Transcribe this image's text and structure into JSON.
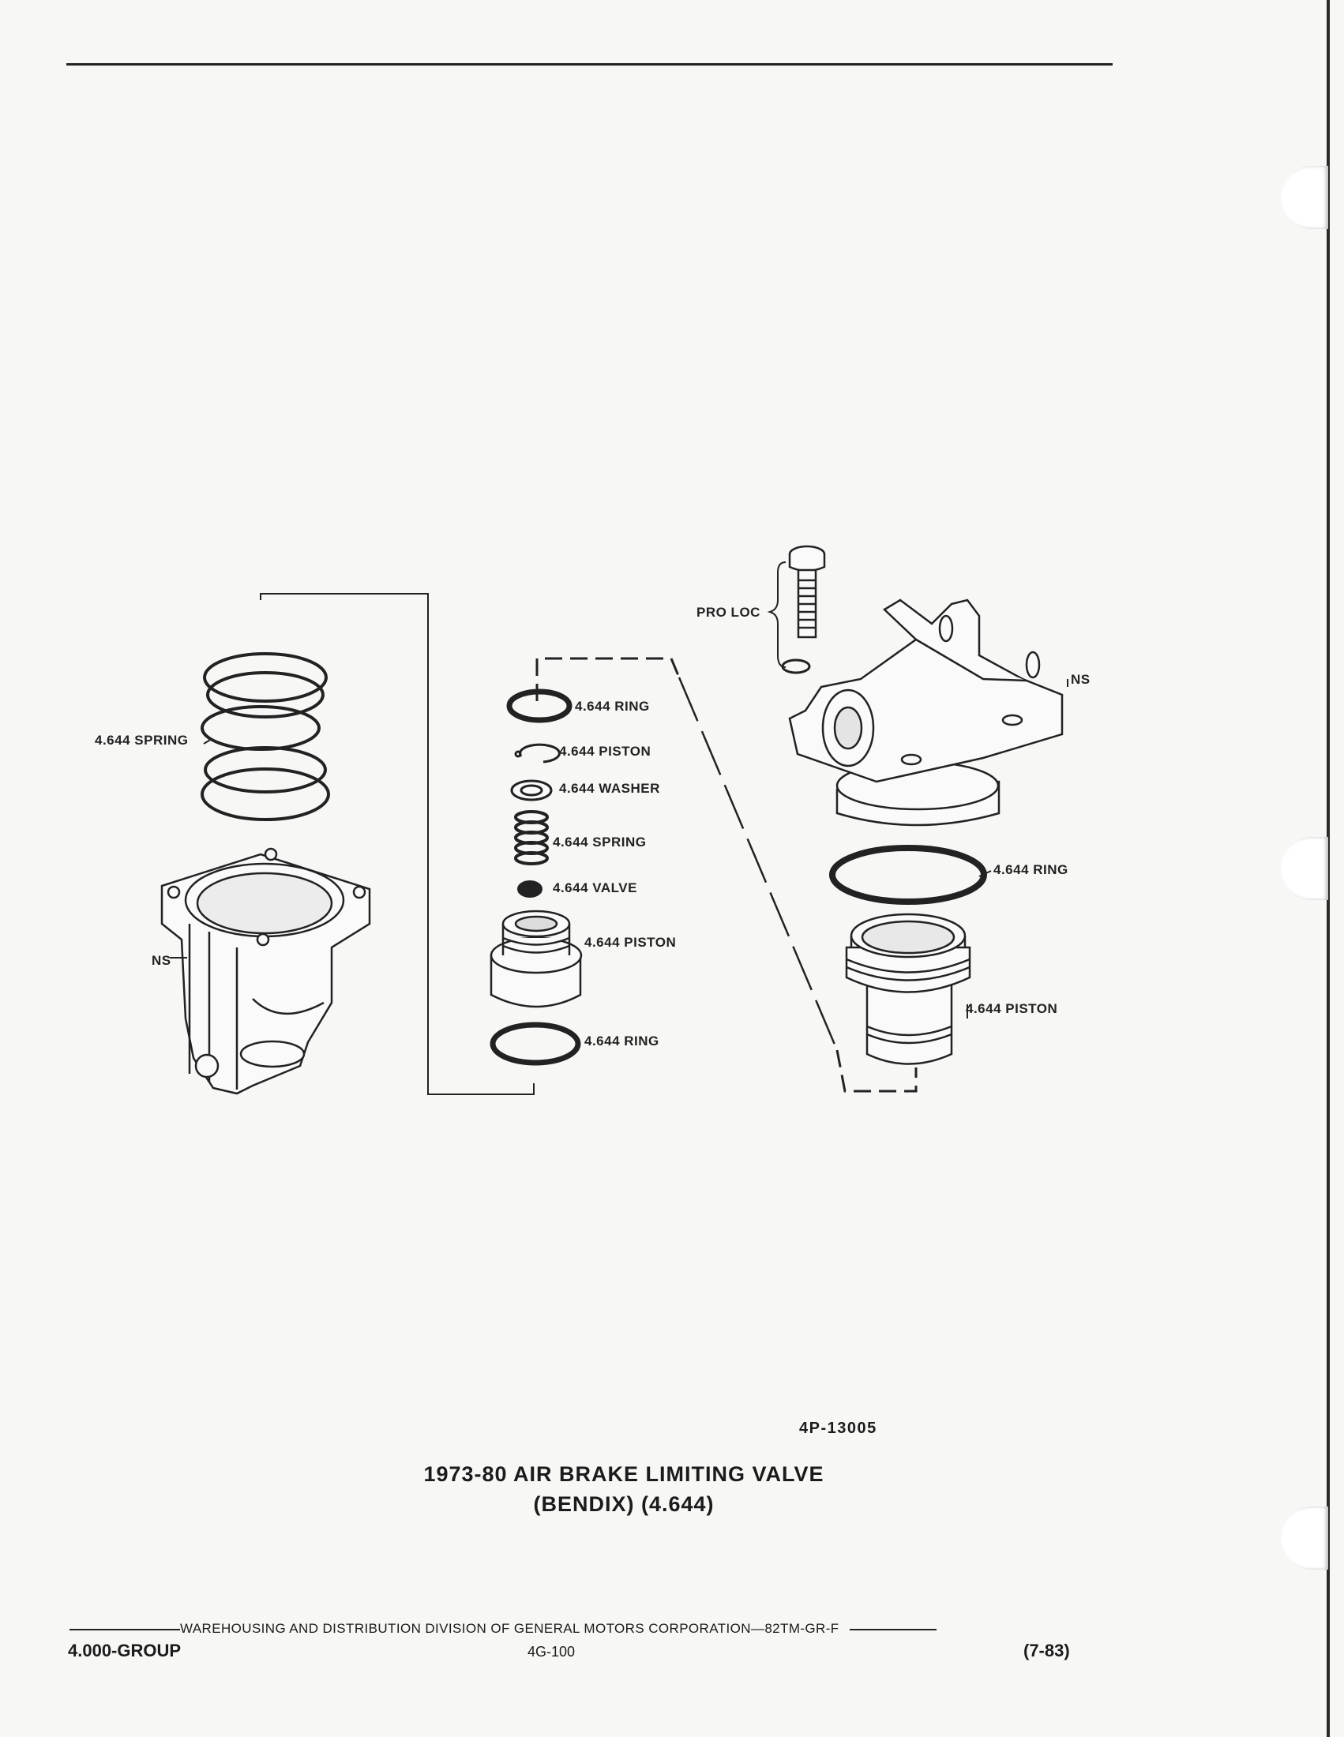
{
  "diagram": {
    "labels": {
      "spring_left": "4.644 SPRING",
      "ns_left": "NS",
      "ring_1": "4.644 RING",
      "piston_1": "4.644 PISTON",
      "washer": "4.644 WASHER",
      "spring_mid": "4.644 SPRING",
      "valve": "4.644 VALVE",
      "piston_2": "4.644 PISTON",
      "ring_2": "4.644 RING",
      "pro_loc": "PRO LOC",
      "ns_right": "NS",
      "ring_3": "4.644 RING",
      "piston_3": "4.644 PISTON"
    }
  },
  "figure_number": "4P-13005",
  "caption": {
    "line1": "1973-80 AIR BRAKE LIMITING VALVE",
    "line2": "(BENDIX) (4.644)"
  },
  "footer": {
    "division": "WAREHOUSING AND DISTRIBUTION  DIVISION OF GENERAL MOTORS CORPORATION—82TM-GR-F",
    "group": "4.000-GROUP",
    "page": "4G-100",
    "date": "(7-83)"
  }
}
